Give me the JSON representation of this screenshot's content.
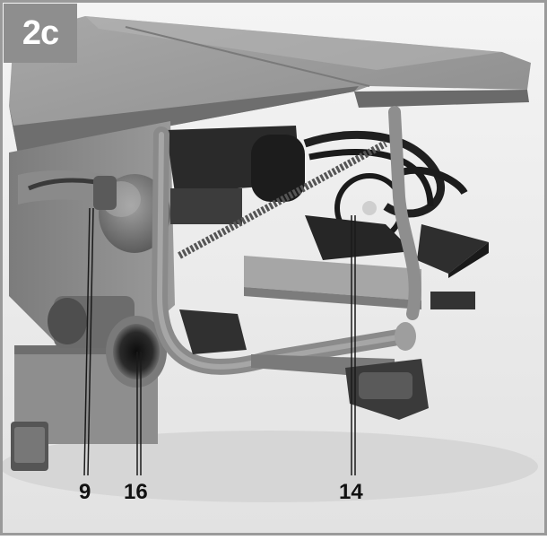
{
  "figure": {
    "badge_label": "2c",
    "badge_color": "#8e8e8e",
    "border_color": "#9a9a9a"
  },
  "callouts": [
    {
      "label": "9"
    },
    {
      "label": "16"
    },
    {
      "label": "14"
    }
  ]
}
